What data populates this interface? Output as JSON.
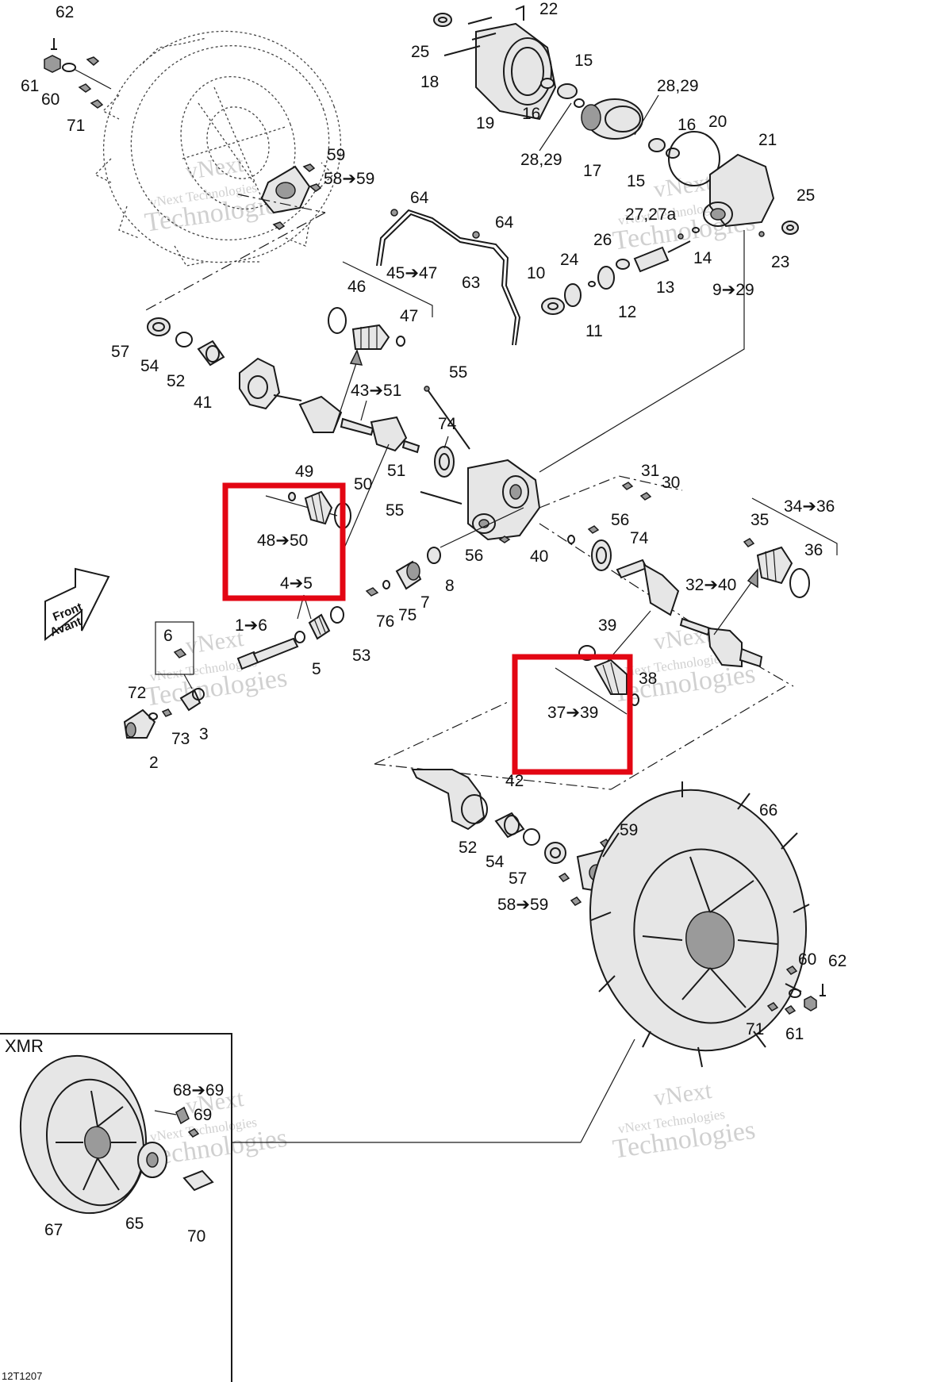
{
  "diagram_code": "12T1207",
  "inset": {
    "title": "XMR"
  },
  "direction_sign": {
    "line1": "Front",
    "line2": "Avant"
  },
  "watermark": {
    "line1": "vNext",
    "line2": "vNext Technologies",
    "line3": "Technologies"
  },
  "highlight_color": "#e30613",
  "labels": {
    "l62a": "62",
    "l61a": "61",
    "l60a": "60",
    "l71a": "71",
    "l59a": "59",
    "l58_59a": "58➔59",
    "l22": "22",
    "l25a": "25",
    "l18": "18",
    "l15a": "15",
    "l16a": "16",
    "l19": "19",
    "l28_29a": "28,29",
    "l28_29b": "28,29",
    "l17": "17",
    "l16b": "16",
    "l20": "20",
    "l15b": "15",
    "l21": "21",
    "l25b": "25",
    "l27": "27,27a",
    "l23": "23",
    "l64a": "64",
    "l64b": "64",
    "l63": "63",
    "l26": "26",
    "l24": "24",
    "l10": "10",
    "l14": "14",
    "l13": "13",
    "l12": "12",
    "l11": "11",
    "l9_29": "9➔29",
    "l46": "46",
    "l45_47": "45➔47",
    "l47": "47",
    "l57a": "57",
    "l54a": "54",
    "l52a": "52",
    "l41": "41",
    "l55a": "55",
    "l43_51": "43➔51",
    "l74a": "74",
    "l51": "51",
    "l49": "49",
    "l50": "50",
    "l48_50": "48➔50",
    "l55b": "55",
    "l56a": "56",
    "l8": "8",
    "l4_5": "4➔5",
    "l7": "7",
    "l75": "75",
    "l76": "76",
    "l1_6": "1➔6",
    "l53": "53",
    "l5": "5",
    "l6": "6",
    "l72": "72",
    "l73": "73",
    "l3": "3",
    "l2": "2",
    "l31": "31",
    "l30": "30",
    "l56b": "56",
    "l74b": "74",
    "l40": "40",
    "l35": "35",
    "l34_36": "34➔36",
    "l36": "36",
    "l32_40": "32➔40",
    "l39": "39",
    "l38": "38",
    "l37_39": "37➔39",
    "l42": "42",
    "l66": "66",
    "l59b": "59",
    "l52b": "52",
    "l54b": "54",
    "l57b": "57",
    "l58_59b": "58➔59",
    "l60b": "60",
    "l62b": "62",
    "l71b": "71",
    "l61b": "61",
    "l68_69": "68➔69",
    "l69": "69",
    "l67": "67",
    "l65": "65",
    "l70": "70"
  }
}
